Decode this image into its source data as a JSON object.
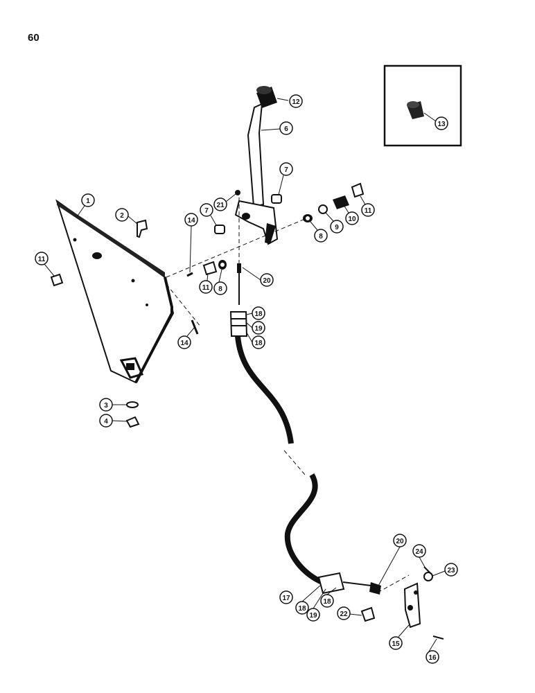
{
  "page_number": "60",
  "callouts": [
    {
      "id": "c1",
      "label": "1"
    },
    {
      "id": "c2",
      "label": "2"
    },
    {
      "id": "c3",
      "label": "3"
    },
    {
      "id": "c4",
      "label": "4"
    },
    {
      "id": "c6",
      "label": "6"
    },
    {
      "id": "c7a",
      "label": "7"
    },
    {
      "id": "c7b",
      "label": "7"
    },
    {
      "id": "c8a",
      "label": "8"
    },
    {
      "id": "c8b",
      "label": "8"
    },
    {
      "id": "c9",
      "label": "9"
    },
    {
      "id": "c10",
      "label": "10"
    },
    {
      "id": "c11a",
      "label": "11"
    },
    {
      "id": "c11b",
      "label": "11"
    },
    {
      "id": "c11c",
      "label": "11"
    },
    {
      "id": "c12",
      "label": "12"
    },
    {
      "id": "c13",
      "label": "13"
    },
    {
      "id": "c14a",
      "label": "14"
    },
    {
      "id": "c14b",
      "label": "14"
    },
    {
      "id": "c15",
      "label": "15"
    },
    {
      "id": "c16",
      "label": "16"
    },
    {
      "id": "c17",
      "label": "17"
    },
    {
      "id": "c18a",
      "label": "18"
    },
    {
      "id": "c18b",
      "label": "18"
    },
    {
      "id": "c18c",
      "label": "18"
    },
    {
      "id": "c18d",
      "label": "18"
    },
    {
      "id": "c19a",
      "label": "19"
    },
    {
      "id": "c19b",
      "label": "19"
    },
    {
      "id": "c20a",
      "label": "20"
    },
    {
      "id": "c20b",
      "label": "20"
    },
    {
      "id": "c21",
      "label": "21"
    },
    {
      "id": "c22",
      "label": "22"
    },
    {
      "id": "c23",
      "label": "23"
    },
    {
      "id": "c24",
      "label": "24"
    }
  ]
}
